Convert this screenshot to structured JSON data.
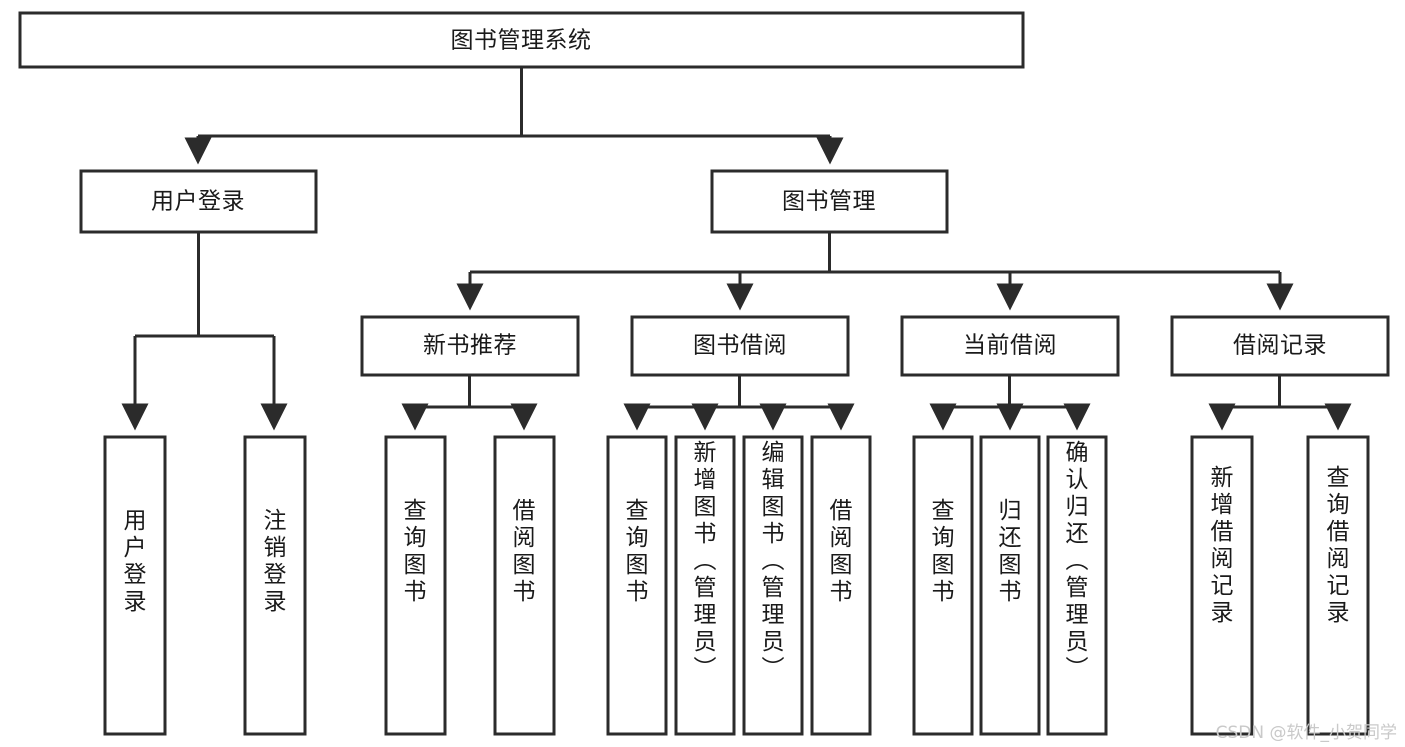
{
  "diagram": {
    "type": "tree-hierarchy",
    "title": "图书管理系统",
    "watermark": "CSDN @软件_小贺同学",
    "colors": {
      "stroke": "#2b2b2b",
      "fill": "#ffffff",
      "text": "#1a1a1a",
      "watermark": "#c9c9c9",
      "background": "#ffffff"
    },
    "levels": [
      {
        "level": 1,
        "nodes": [
          {
            "id": "root",
            "label": "图书管理系统",
            "orientation": "horizontal"
          }
        ]
      },
      {
        "level": 2,
        "nodes": [
          {
            "id": "user-login",
            "label": "用户登录",
            "orientation": "horizontal",
            "parent": "root"
          },
          {
            "id": "book-manage",
            "label": "图书管理",
            "orientation": "horizontal",
            "parent": "root"
          }
        ]
      },
      {
        "level": 3,
        "nodes": [
          {
            "id": "new-book-rec",
            "label": "新书推荐",
            "orientation": "horizontal",
            "parent": "book-manage"
          },
          {
            "id": "book-borrow",
            "label": "图书借阅",
            "orientation": "horizontal",
            "parent": "book-manage"
          },
          {
            "id": "current-borrow",
            "label": "当前借阅",
            "orientation": "horizontal",
            "parent": "book-manage"
          },
          {
            "id": "borrow-record",
            "label": "借阅记录",
            "orientation": "horizontal",
            "parent": "book-manage"
          }
        ]
      },
      {
        "level": 4,
        "nodes": [
          {
            "id": "leaf-user-login",
            "label": "用户登录",
            "orientation": "vertical",
            "parent": "user-login"
          },
          {
            "id": "leaf-logout",
            "label": "注销登录",
            "orientation": "vertical",
            "parent": "user-login"
          },
          {
            "id": "leaf-query-book-1",
            "label": "查询图书",
            "orientation": "vertical",
            "parent": "new-book-rec"
          },
          {
            "id": "leaf-borrow-book-1",
            "label": "借阅图书",
            "orientation": "vertical",
            "parent": "new-book-rec"
          },
          {
            "id": "leaf-query-book-2",
            "label": "查询图书",
            "orientation": "vertical",
            "parent": "book-borrow"
          },
          {
            "id": "leaf-add-book",
            "label": "新增图书（管理员）",
            "orientation": "vertical",
            "parent": "book-borrow"
          },
          {
            "id": "leaf-edit-book",
            "label": "编辑图书（管理员）",
            "orientation": "vertical",
            "parent": "book-borrow"
          },
          {
            "id": "leaf-borrow-book-2",
            "label": "借阅图书",
            "orientation": "vertical",
            "parent": "book-borrow"
          },
          {
            "id": "leaf-query-book-3",
            "label": "查询图书",
            "orientation": "vertical",
            "parent": "current-borrow"
          },
          {
            "id": "leaf-return-book",
            "label": "归还图书",
            "orientation": "vertical",
            "parent": "current-borrow"
          },
          {
            "id": "leaf-confirm-return",
            "label": "确认归还（管理员）",
            "orientation": "vertical",
            "parent": "current-borrow"
          },
          {
            "id": "leaf-add-record",
            "label": "新增借阅记录",
            "orientation": "vertical",
            "parent": "borrow-record"
          },
          {
            "id": "leaf-query-record",
            "label": "查询借阅记录",
            "orientation": "vertical",
            "parent": "borrow-record"
          }
        ]
      }
    ]
  }
}
